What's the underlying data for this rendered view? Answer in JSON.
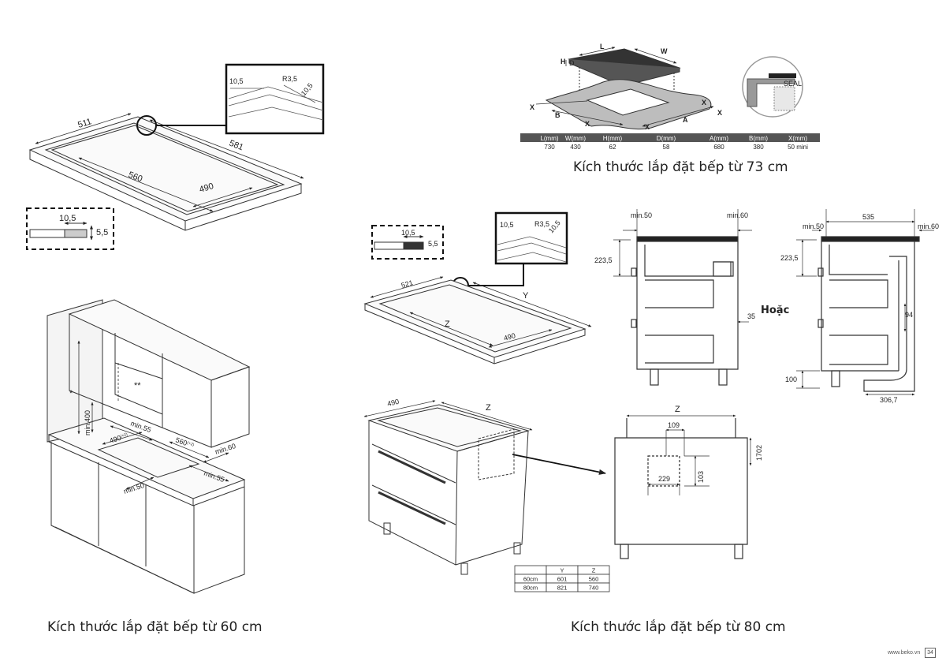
{
  "captions": {
    "cap_73": "Kích thước lắp đặt bếp từ 73 cm",
    "cap_60": "Kích thước lắp đặt bếp từ 60 cm",
    "cap_80": "Kích thước lắp đặt bếp từ 80 cm"
  },
  "footer": {
    "url": "www.beko.vn",
    "page": "34"
  },
  "hoac": "Hoặc",
  "d60": {
    "d511": "511",
    "d581": "581",
    "d560": "560",
    "d490": "490",
    "d10a": "10,5",
    "dr35": "R3,5",
    "d10b": "10,5",
    "d105s": "10,5",
    "d55": "5,5",
    "star": "*",
    "stars": "**",
    "min400": "min.400",
    "min55a": "min.55",
    "d490s": "490",
    "sup490": "(+2)",
    "d560s": "560",
    "sup560": "(+2)",
    "min60": "min.60",
    "min55b": "min.55",
    "min50": "min.50"
  },
  "d73": {
    "L": "L",
    "W": "W",
    "H": "H",
    "D": "D",
    "X": "X",
    "A": "A",
    "B": "B",
    "seal": "SEAL",
    "table": {
      "headers": [
        "L(mm)",
        "W(mm)",
        "H(mm)",
        "D(mm)",
        "A(mm)",
        "B(mm)",
        "X(mm)"
      ],
      "values": [
        "730",
        "430",
        "62",
        "58",
        "680",
        "380",
        "50 mini"
      ]
    }
  },
  "d80": {
    "d105a": "10,5",
    "d55": "5,5",
    "d105b": "10,5",
    "dr35": "R3,5",
    "d105c": "10,5",
    "d521": "521",
    "Y": "Y",
    "Z": "Z",
    "d490": "490",
    "min50a": "min.50",
    "min60a": "min.60",
    "d2235a": "223,5",
    "d35": "35",
    "min50b": "min.50",
    "d535": "535",
    "min60b": "min.60",
    "d2235b": "223,5",
    "d94": "94",
    "d100": "100",
    "d3067": "306,7",
    "d490c": "490",
    "Zc": "Z",
    "Zf": "Z",
    "d109": "109",
    "d1702": "1702",
    "d103": "103",
    "d229": "229",
    "ytable": {
      "headers": [
        "",
        "Y",
        "Z"
      ],
      "rows": [
        [
          "60cm",
          "601",
          "560"
        ],
        [
          "80cm",
          "821",
          "740"
        ]
      ]
    }
  }
}
